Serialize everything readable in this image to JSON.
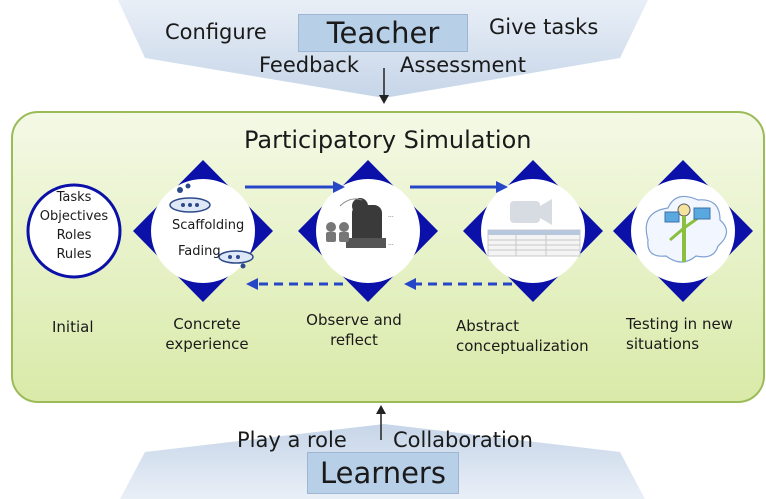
{
  "teacher": {
    "title": "Teacher",
    "configure": "Configure",
    "give_tasks": "Give tasks",
    "feedback": "Feedback",
    "assessment": "Assessment"
  },
  "simulation": {
    "title": "Participatory Simulation",
    "initial": {
      "items": [
        "Tasks",
        "Objectives",
        "Roles",
        "Rules"
      ],
      "label": "Initial"
    },
    "steps": [
      {
        "label_lines": [
          "Concrete",
          "experience"
        ],
        "inner": [
          "Scaffolding",
          "Fading"
        ]
      },
      {
        "label_lines": [
          "Observe and",
          "reflect"
        ]
      },
      {
        "label_lines": [
          "Abstract",
          "conceptualization"
        ]
      },
      {
        "label_lines": [
          "Testing in new",
          "situations"
        ]
      }
    ]
  },
  "learners": {
    "title": "Learners",
    "play_role": "Play a role",
    "collaboration": "Collaboration"
  },
  "colors": {
    "banner": "#dbe5f1",
    "box": "#b8cfe8",
    "panel": "#e4efc4",
    "panel_border": "#9bbb59",
    "diamond": "#0a10a8",
    "arrow": "#2646c8"
  }
}
